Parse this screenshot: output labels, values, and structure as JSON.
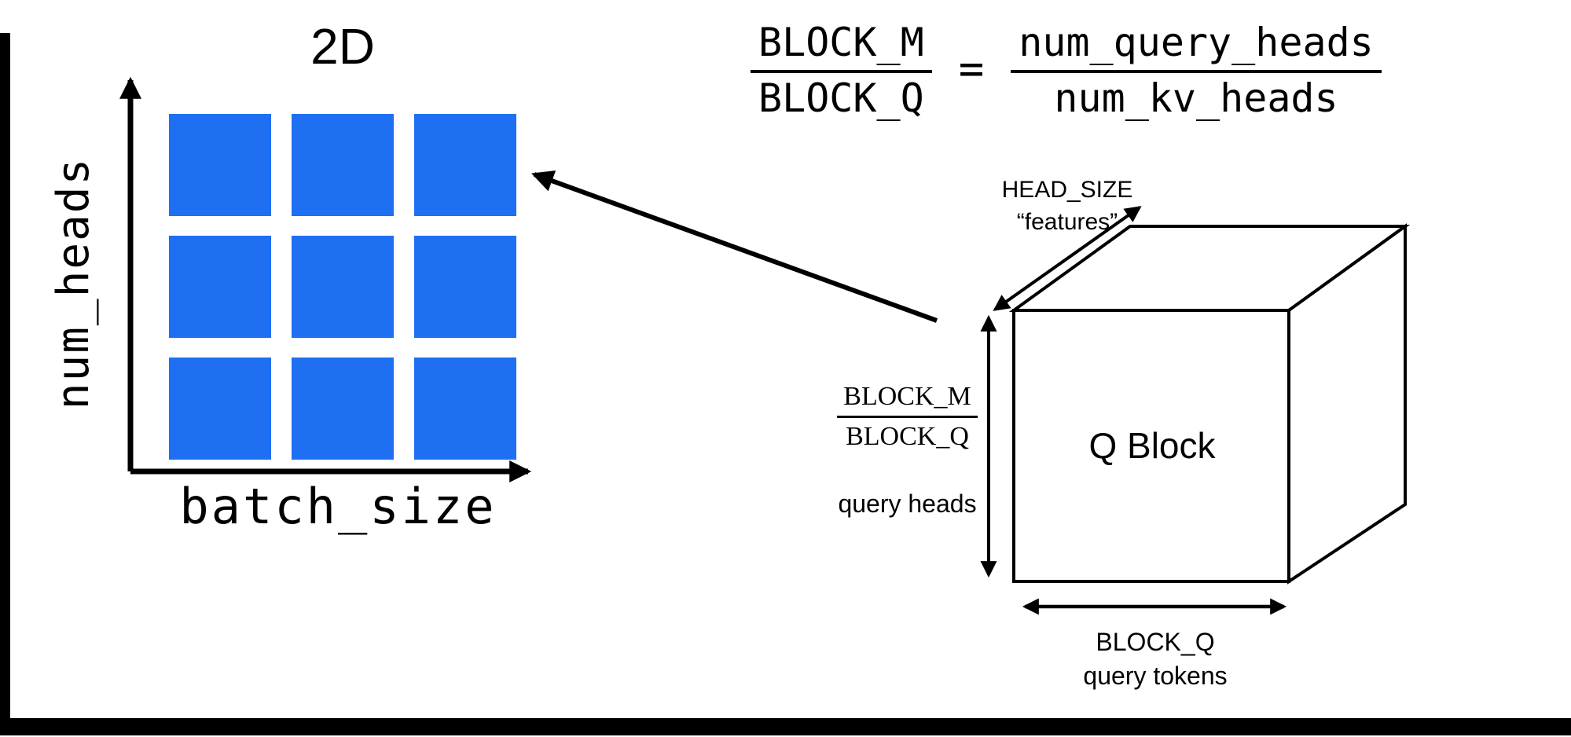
{
  "colors": {
    "block_blue": "#1E6FF2",
    "ink": "#000000"
  },
  "grid_panel": {
    "title": "2D",
    "y_axis_label": "num_heads",
    "x_axis_label": "batch_size"
  },
  "equation": {
    "lhs_numerator": "BLOCK_M",
    "lhs_denominator": "BLOCK_Q",
    "equals_sign": "=",
    "rhs_numerator": "num_query_heads",
    "rhs_denominator": "num_kv_heads"
  },
  "cube": {
    "label": "Q Block",
    "depth_label": "HEAD_SIZE",
    "depth_sublabel": "“features”",
    "height_numerator": "BLOCK_M",
    "height_denominator": "BLOCK_Q",
    "height_sublabel": "query heads",
    "width_label": "BLOCK_Q",
    "width_sublabel": "query tokens"
  }
}
